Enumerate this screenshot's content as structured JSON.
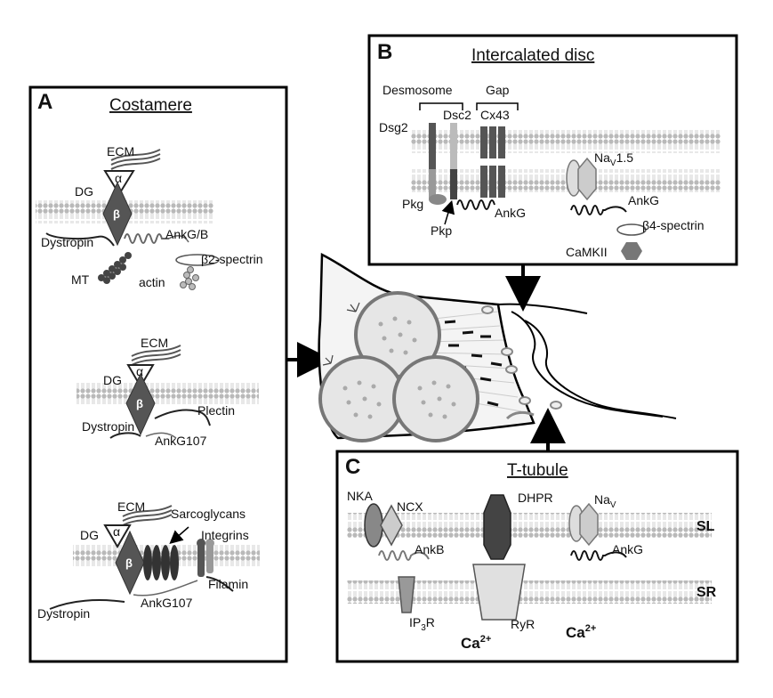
{
  "panels": {
    "a": {
      "letter": "A",
      "title": "Costamere",
      "group1": {
        "ecm": "ECM",
        "dg": "DG",
        "alpha": "α",
        "beta": "β",
        "dystropin": "Dystropin",
        "ankgb": "AnkG/B",
        "spectrin": "β2-spectrin",
        "mt": "MT",
        "actin": "actin"
      },
      "group2": {
        "ecm": "ECM",
        "dg": "DG",
        "alpha": "α",
        "beta": "β",
        "plectin": "Plectin",
        "dystropin": "Dystropin",
        "ankg107": "AnkG107"
      },
      "group3": {
        "ecm": "ECM",
        "dg": "DG",
        "alpha": "α",
        "beta": "β",
        "sarcoglycans": "Sarcoglycans",
        "integrins": "Integrins",
        "filamin": "Filamin",
        "dystropin": "Dystropin",
        "ankg107": "AnkG107"
      }
    },
    "b": {
      "letter": "B",
      "title": "Intercalated disc",
      "desmosome": "Desmosome",
      "gap": "Gap",
      "dsg2": "Dsg2",
      "dsc2": "Dsc2",
      "cx43": "Cx43",
      "pkg": "Pkg",
      "pkp": "Pkp",
      "ankg1": "AnkG",
      "nav15_main": "Na",
      "nav15_sub": "V",
      "nav15_tail": "1.5",
      "ankg2": "AnkG",
      "spectrin": "β4-spectrin",
      "camkii": "CaMKII"
    },
    "c": {
      "letter": "C",
      "title": "T-tubule",
      "nka": "NKA",
      "ncx": "NCX",
      "dhpr": "DHPR",
      "nav_main": "Na",
      "nav_sub": "V",
      "sl": "SL",
      "sr": "SR",
      "ankb": "AnkB",
      "ankg": "AnkG",
      "ip3r_main": "IP",
      "ip3r_sub": "3",
      "ip3r_tail": "R",
      "ryr": "RyR",
      "ca_main": "Ca",
      "ca_sup": "2+"
    }
  },
  "colors": {
    "membrane_head": "#b8b8b8",
    "protein_dark": "#555555",
    "protein_mid": "#8a8a8a",
    "protein_light": "#c8c8c8",
    "cell_fill": "#f4f4f4",
    "nucleus_fill": "#e6e6e6"
  }
}
